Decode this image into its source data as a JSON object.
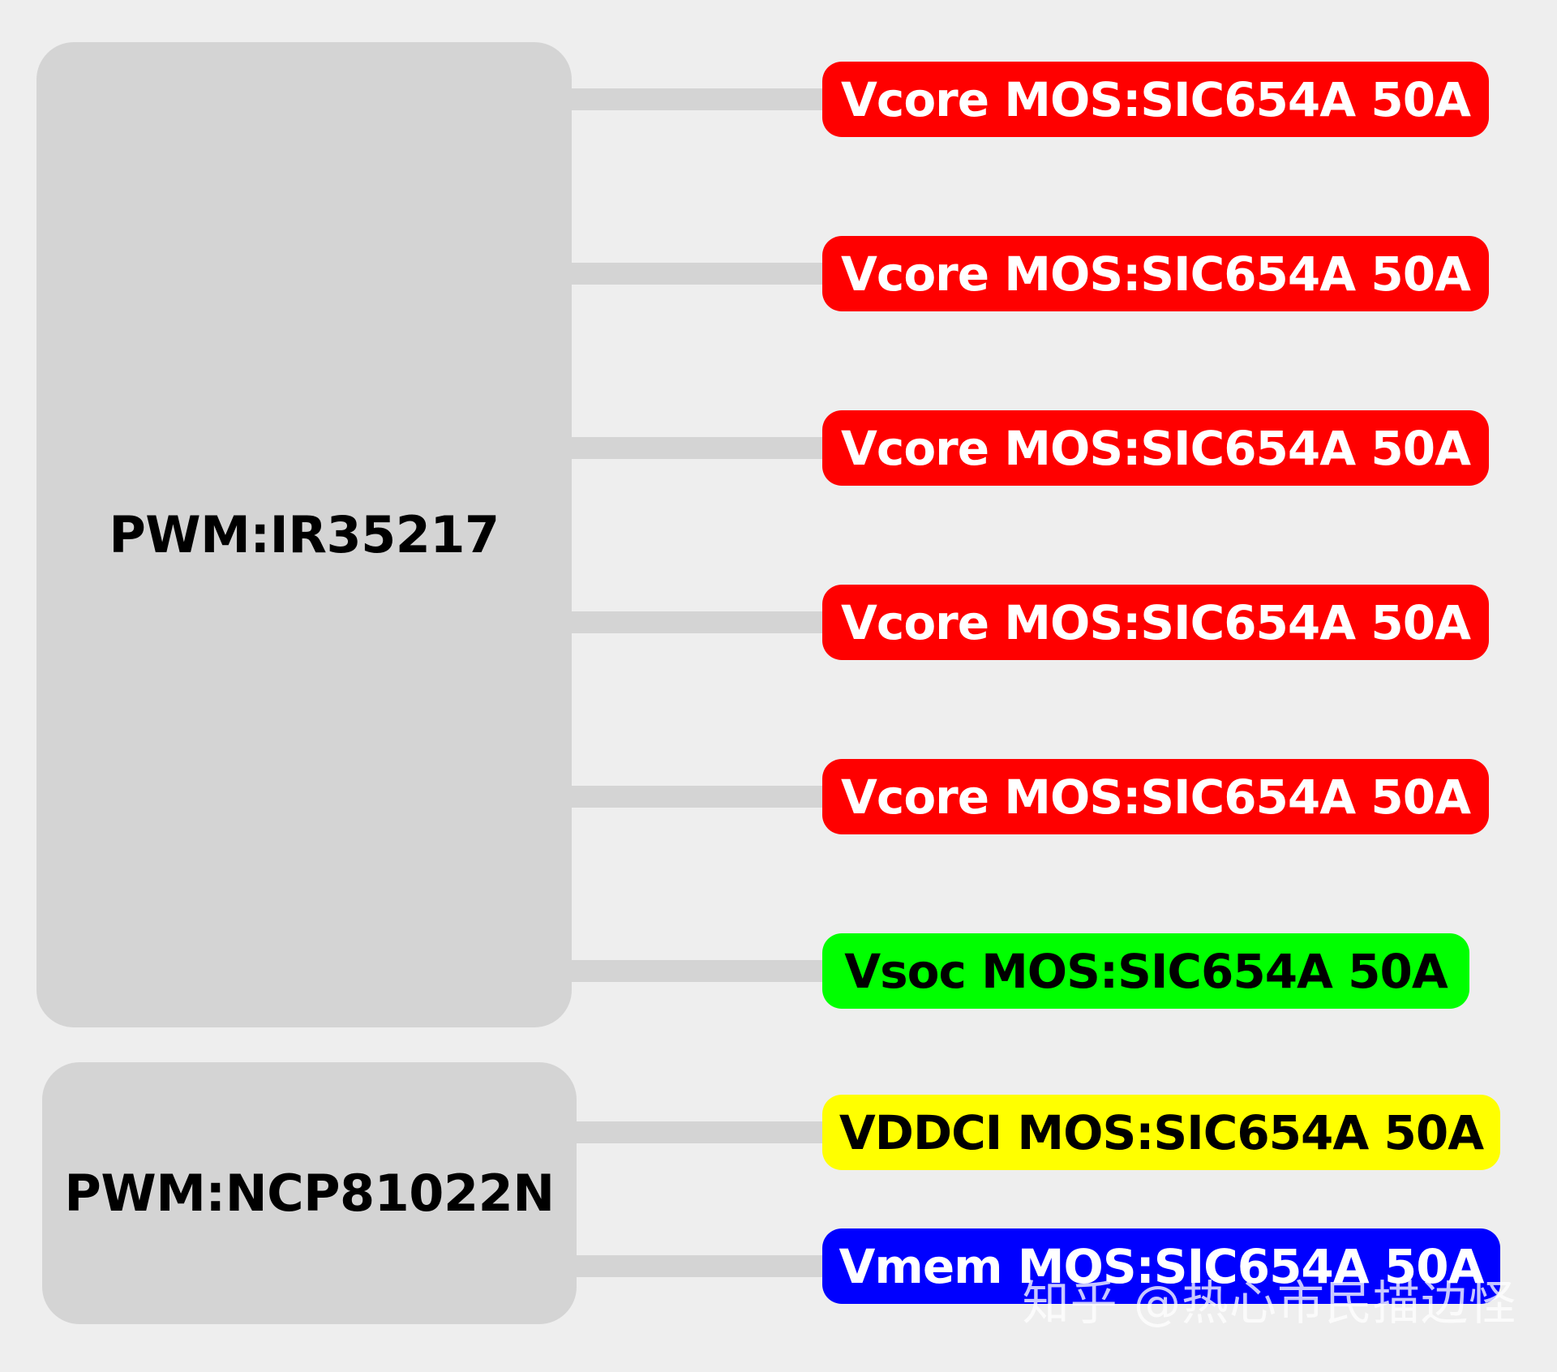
{
  "controllers": [
    {
      "id": "ir35217",
      "label": "PWM:IR35217",
      "color": "#d4d4d4"
    },
    {
      "id": "ncp81022n",
      "label": "PWM:NCP81022N",
      "color": "#d4d4d4"
    }
  ],
  "phases": [
    {
      "label": "Vcore MOS:SIC654A 50A",
      "rail": "vcore",
      "bg": "#ff0000",
      "fg": "#ffffff",
      "controller": "ir35217"
    },
    {
      "label": "Vcore MOS:SIC654A 50A",
      "rail": "vcore",
      "bg": "#ff0000",
      "fg": "#ffffff",
      "controller": "ir35217"
    },
    {
      "label": "Vcore MOS:SIC654A 50A",
      "rail": "vcore",
      "bg": "#ff0000",
      "fg": "#ffffff",
      "controller": "ir35217"
    },
    {
      "label": "Vcore MOS:SIC654A 50A",
      "rail": "vcore",
      "bg": "#ff0000",
      "fg": "#ffffff",
      "controller": "ir35217"
    },
    {
      "label": "Vcore MOS:SIC654A 50A",
      "rail": "vcore",
      "bg": "#ff0000",
      "fg": "#ffffff",
      "controller": "ir35217"
    },
    {
      "label": "Vsoc MOS:SIC654A 50A",
      "rail": "vsoc",
      "bg": "#00ff00",
      "fg": "#000000",
      "controller": "ir35217"
    },
    {
      "label": "VDDCI MOS:SIC654A 50A",
      "rail": "vddci",
      "bg": "#ffff00",
      "fg": "#000000",
      "controller": "ncp81022n"
    },
    {
      "label": "Vmem MOS:SIC654A 50A",
      "rail": "vmem",
      "bg": "#0000ff",
      "fg": "#ffffff",
      "controller": "ncp81022n"
    }
  ],
  "watermark": "知乎 @热心市民描边怪"
}
